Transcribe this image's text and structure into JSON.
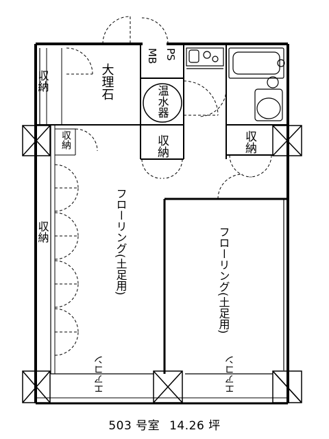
{
  "rooms": {
    "storage_top_left": "収納",
    "marble_floor": "大理石",
    "ps": "PS",
    "mb": "MB",
    "water_heater": "温水器",
    "storage_center": "収納",
    "storage_right": "収納",
    "storage_small": "収納",
    "storage_left_long": "収納",
    "flooring_left": "フローリング(土足用)",
    "flooring_right": "フローリング(土足用)",
    "aircon_left": "エアコン",
    "aircon_right": "エアコン"
  },
  "caption": {
    "room_number": "503 号室",
    "area": "14.26 坪"
  }
}
